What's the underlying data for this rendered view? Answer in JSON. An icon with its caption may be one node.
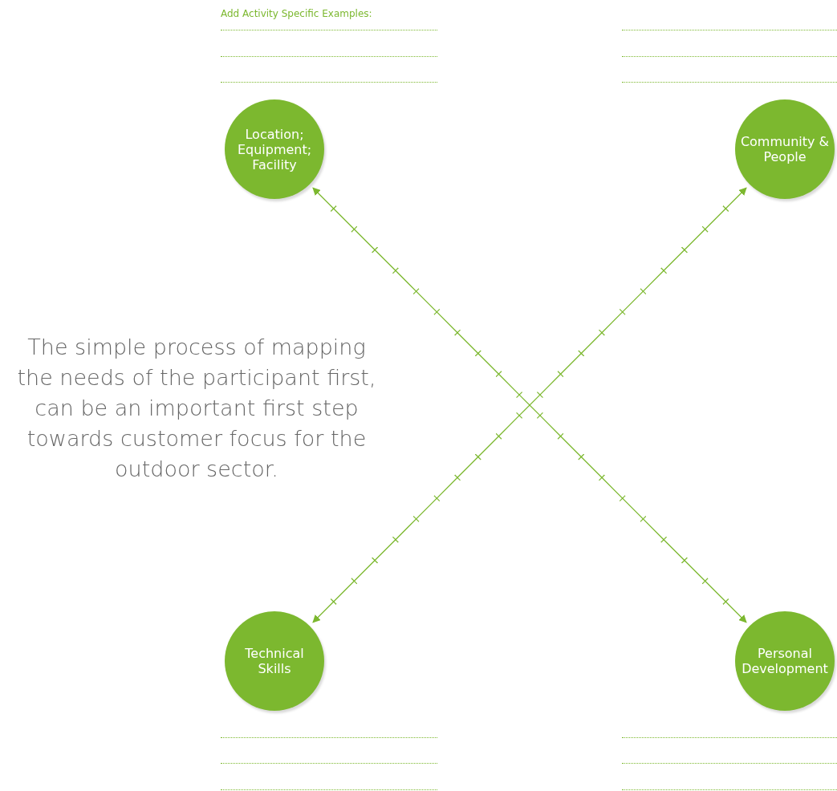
{
  "diagram": {
    "nodes": [
      {
        "text": [
          "Location; Equipment; Facility"
        ]
      },
      {
        "text": [
          "Community & People"
        ]
      },
      {
        "text": [
          "Technical Skills"
        ]
      },
      {
        "text": [
          "Personal Development"
        ]
      }
    ],
    "edges": [
      {
        "from": 0,
        "to": 3,
        "arrow": "both"
      },
      {
        "from": 1,
        "to": 2,
        "arrow": "both"
      }
    ],
    "labels": [
      "Add Activity Specific Examples:",
      "The simple process of mapping the needs of the participant first, can be an important first step towards customer focus for the outdoor sector."
    ]
  }
}
